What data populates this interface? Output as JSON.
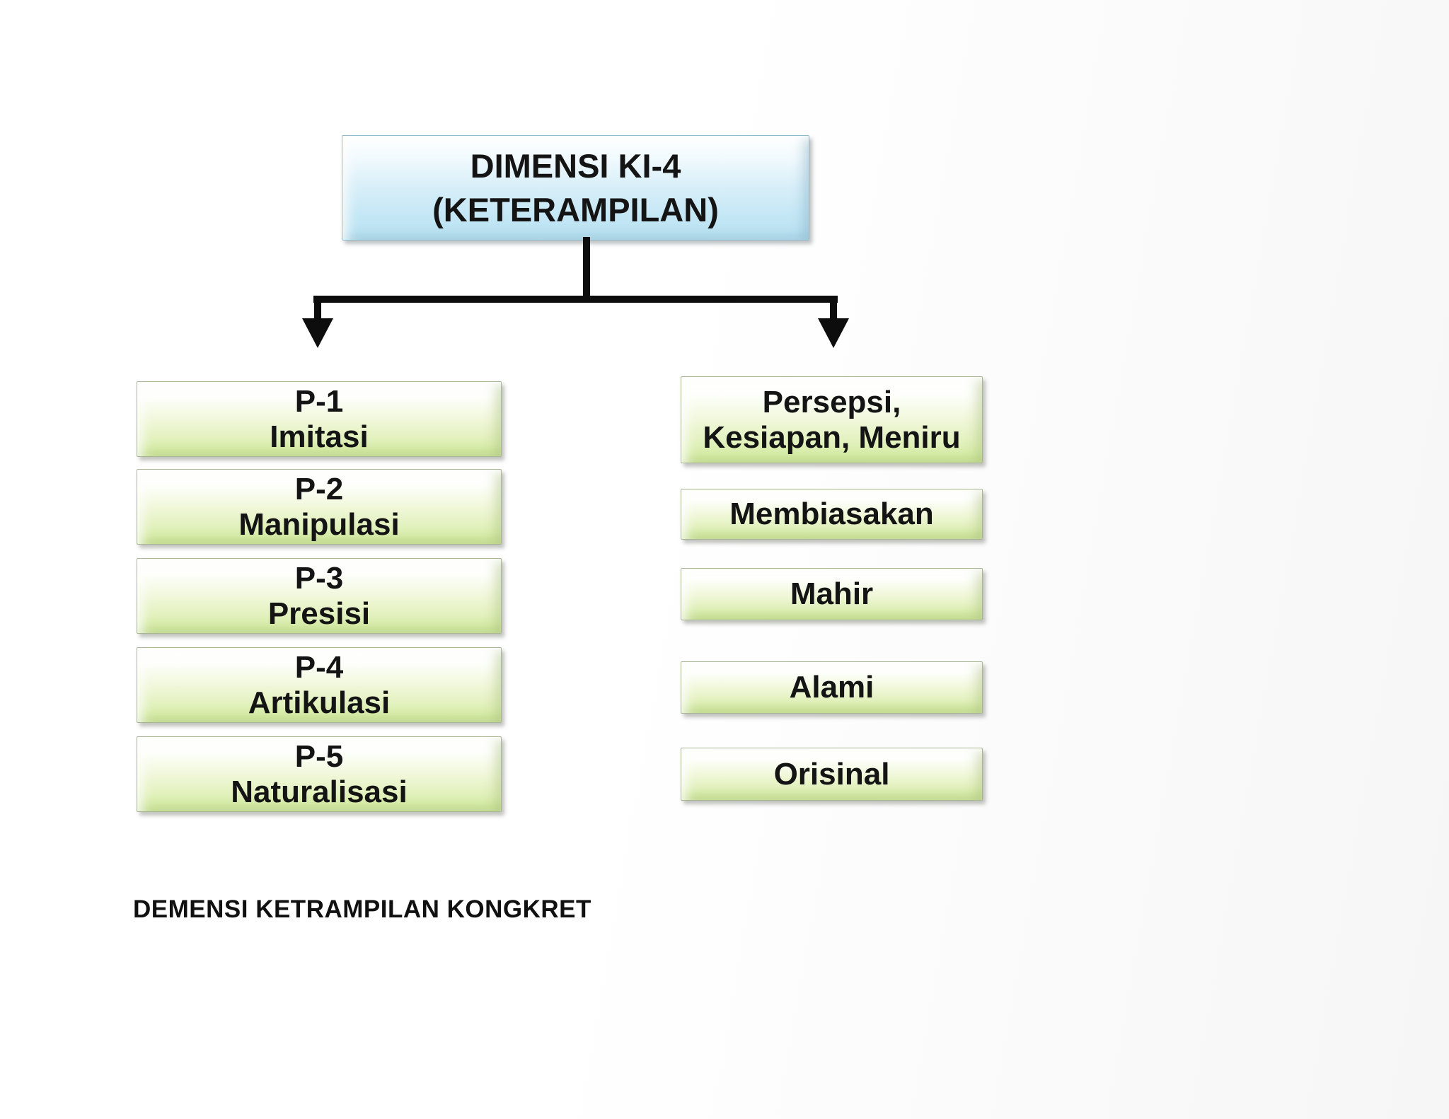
{
  "diagram": {
    "title": {
      "line1": "DIMENSI KI-4",
      "line2": "(KETERAMPILAN)"
    },
    "left_column": {
      "items": [
        {
          "line1": "P-1",
          "line2": "Imitasi"
        },
        {
          "line1": "P-2",
          "line2": "Manipulasi"
        },
        {
          "line1": "P-3",
          "line2": "Presisi"
        },
        {
          "line1": "P-4",
          "line2": "Artikulasi"
        },
        {
          "line1": "P-5",
          "line2": "Naturalisasi"
        }
      ]
    },
    "right_column": {
      "items": [
        {
          "line1": "Persepsi,",
          "line2": "Kesiapan, Meniru"
        },
        {
          "line1": "Membiasakan"
        },
        {
          "line1": "Mahir"
        },
        {
          "line1": "Alami"
        },
        {
          "line1": "Orisinal"
        }
      ]
    },
    "caption": "DEMENSI KETRAMPILAN KONGKRET",
    "colors": {
      "root_box_fill_top": "#ffffff",
      "root_box_fill_bottom": "#b7e1f1",
      "child_box_fill_top": "#ffffff",
      "child_box_fill_bottom": "#cfe99b",
      "connector": "#0d0d0d",
      "text": "#141414"
    }
  }
}
